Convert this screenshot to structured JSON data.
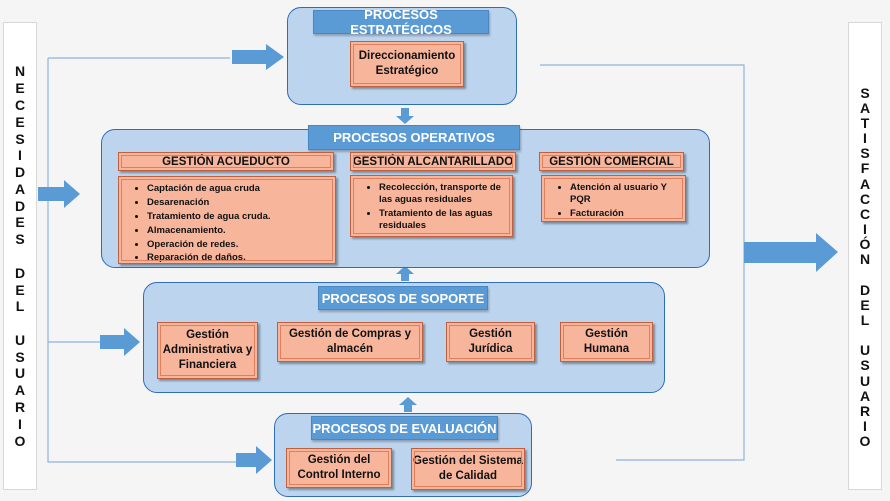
{
  "left_label": [
    "N",
    "E",
    "C",
    "E",
    "S",
    "I",
    "D",
    "A",
    "D",
    "E",
    "S",
    "",
    "D",
    "E",
    "L",
    "",
    "U",
    "S",
    "U",
    "A",
    "R",
    "I",
    "O"
  ],
  "right_label": [
    "S",
    "A",
    "T",
    "I",
    "S",
    "F",
    "A",
    "C",
    "C",
    "I",
    "Ó",
    "N",
    "",
    "D",
    "E",
    "L",
    "",
    "U",
    "S",
    "U",
    "A",
    "R",
    "I",
    "O"
  ],
  "estrategicos": {
    "title": "PROCESOS ESTRATÉGICOS",
    "box": "Direccionamiento Estratégico"
  },
  "operativos": {
    "title": "PROCESOS OPERATIVOS",
    "acueducto": {
      "title": "GESTIÓN ACUEDUCTO",
      "items": [
        "Captación de agua cruda",
        "Desarenación",
        "Tratamiento de agua cruda.",
        "Almacenamiento.",
        "Operación de redes.",
        "Reparación de daños."
      ]
    },
    "alcantarillado": {
      "title": "GESTIÓN ALCANTARILLADO",
      "items": [
        "Recolección, transporte de las aguas residuales",
        "Tratamiento de las aguas residuales"
      ]
    },
    "comercial": {
      "title": "GESTIÓN COMERCIAL",
      "items": [
        "Atención al usuario Y PQR",
        "Facturación"
      ]
    }
  },
  "soporte": {
    "title": "PROCESOS DE SOPORTE",
    "boxes": [
      "Gestión Administrativa y Financiera",
      "Gestión de Compras y almacén",
      "Gestión Jurídica",
      "Gestión Humana"
    ]
  },
  "evaluacion": {
    "title": "PROCESOS DE EVALUACIÓN",
    "boxes": [
      "Gestión del Control Interno",
      "Gestión del Sistema de Calidad"
    ]
  },
  "colors": {
    "panel": "#bcd4ee",
    "header": "#5b9bd5",
    "box": "#f7b59b",
    "arrow": "#5b9bd5"
  }
}
